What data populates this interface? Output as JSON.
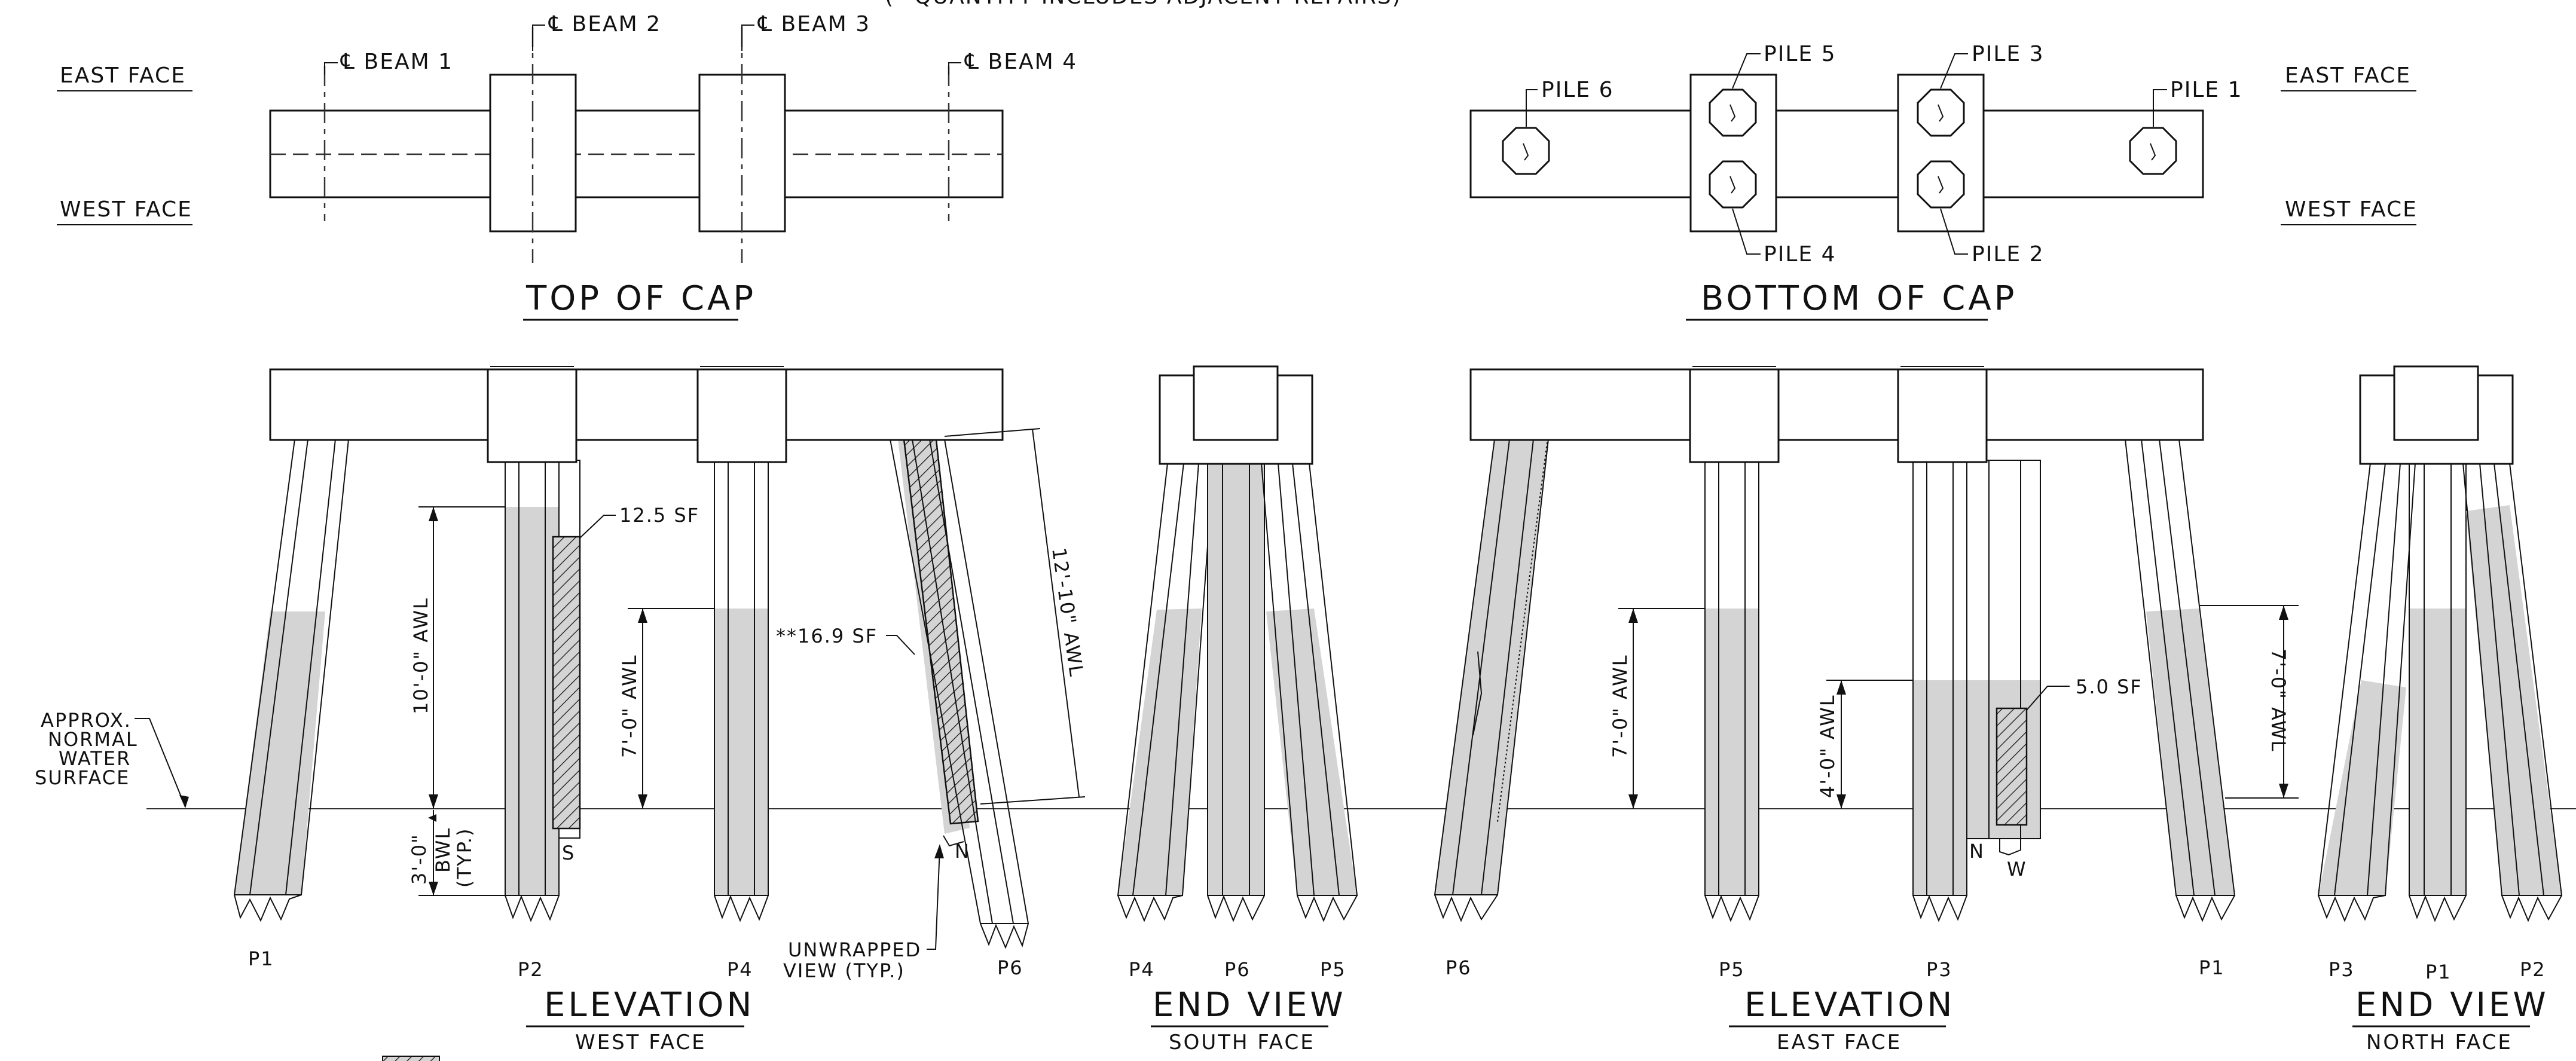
{
  "header": {
    "note_top": "(* QUANTITY INCLUDES ADJACENT REPAIRS)"
  },
  "faces": {
    "east": "EAST FACE",
    "west": "WEST FACE"
  },
  "top_of_cap": {
    "title": "TOP OF CAP",
    "beams": [
      "℄ BEAM 1",
      "℄ BEAM 2",
      "℄ BEAM 3",
      "℄ BEAM 4"
    ]
  },
  "bottom_of_cap": {
    "title": "BOTTOM OF CAP",
    "piles": [
      "PILE 6",
      "PILE 5",
      "PILE 4",
      "PILE 3",
      "PILE 2",
      "PILE 1"
    ]
  },
  "water": {
    "label_lines": [
      "APPROX.",
      "NORMAL",
      "WATER",
      "SURFACE"
    ]
  },
  "elev_west": {
    "title": "ELEVATION",
    "subtitle": "WEST FACE",
    "piles": [
      "P1",
      "P2",
      "P4",
      "P6"
    ],
    "dims": {
      "d10": "10'-0\" AWL",
      "d3": "3'-0\"",
      "bwl": "BWL",
      "typ": "(TYP.)",
      "d7": "7'-0\" AWL",
      "d12": "12'-10\" AWL"
    },
    "repairs": {
      "r1": "12.5 SF",
      "r2": "**16.9 SF"
    },
    "marks": {
      "s": "S",
      "n": "N"
    },
    "unwrapped": [
      "UNWRAPPED",
      "VIEW (TYP.)"
    ]
  },
  "end_south": {
    "title": "END VIEW",
    "subtitle": "SOUTH FACE",
    "piles": [
      "P4",
      "P6",
      "P5"
    ]
  },
  "elev_east": {
    "title": "ELEVATION",
    "subtitle": "EAST FACE",
    "piles": [
      "P6",
      "P5",
      "P3",
      "P1"
    ],
    "dims": {
      "d7a": "7'-0\" AWL",
      "d4": "4'-0\" AWL",
      "d7b": "7'-0\" AWL"
    },
    "repairs": {
      "r1": "5.0 SF"
    },
    "marks": {
      "n": "N",
      "w": "W"
    }
  },
  "end_north": {
    "title": "END VIEW",
    "subtitle": "NORTH FACE",
    "piles": [
      "P3",
      "P1",
      "P2"
    ]
  }
}
